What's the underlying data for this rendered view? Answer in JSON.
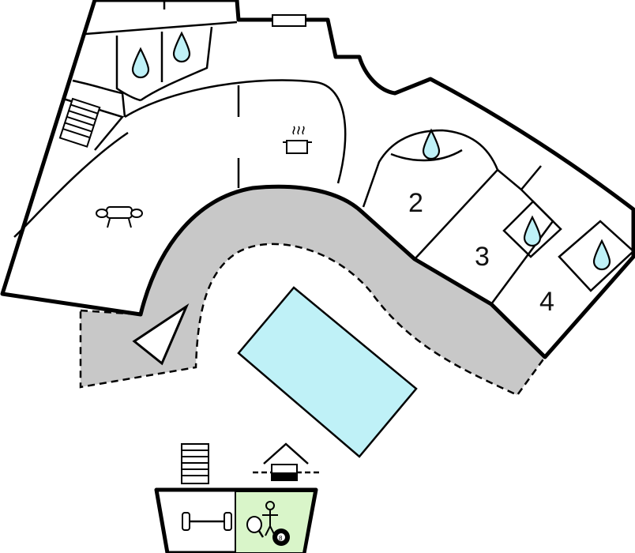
{
  "rooms": {
    "bedroom_2": {
      "number": "2"
    },
    "bedroom_3": {
      "number": "3"
    },
    "bedroom_4": {
      "number": "4"
    }
  },
  "icons": {
    "water_drop": "water-drop-icon",
    "kitchen": "cooking-pot-icon",
    "living": "sofa-icon",
    "stairs": "stairs-icon",
    "fitness": "dumbbell-icon",
    "games": "table-football-icon",
    "billiards": "billiard-8-ball-icon",
    "table_tennis": "table-tennis-icon",
    "barbecue": "barbecue-grill-icon",
    "sunbed": "sunbed-icon"
  },
  "colors": {
    "pool": "#bff1f7",
    "terrace": "#c8c8c8",
    "water_drop": "#bff1f7",
    "games_room": "#d9f5c9",
    "walls": "#000000"
  }
}
